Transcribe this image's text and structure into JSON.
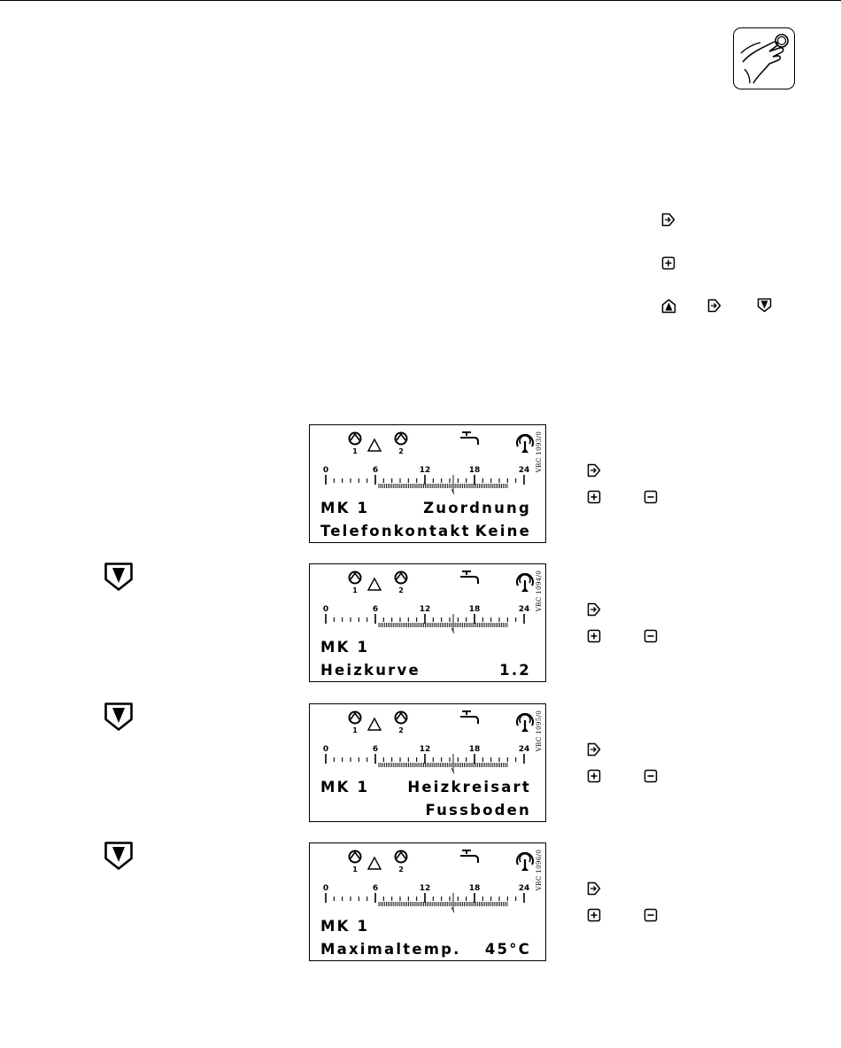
{
  "page": {
    "hand_icon": "hand-pressing-button-icon"
  },
  "legend_keys": [
    {
      "icon": "enter-key-icon"
    },
    {
      "icon": "plus-key-icon"
    },
    {
      "icon": "up-key-icon"
    },
    {
      "icon": "enter-key-icon"
    },
    {
      "icon": "down-key-icon"
    }
  ],
  "screens": [
    {
      "code": "VRC 1093/0",
      "line1_left": "MK 1",
      "line1_right": "Zuordnung",
      "line2_left": "Telefonkontakt",
      "line2_right": "Keine",
      "show_down_key": false
    },
    {
      "code": "VRC 1094/0",
      "line1_left": "MK 1",
      "line1_right": "",
      "line2_left": "Heizkurve",
      "line2_right": "1.2",
      "show_down_key": true
    },
    {
      "code": "VRC 1095/0",
      "line1_left": "MK 1",
      "line1_right": "Heizkreisart",
      "line2_left": "",
      "line2_right": "Fussboden",
      "show_down_key": true
    },
    {
      "code": "VRC 1096/0",
      "line1_left": "MK 1",
      "line1_right": "",
      "line2_left": "Maximaltemp.",
      "line2_right": "45°C",
      "show_down_key": true
    }
  ],
  "display_common": {
    "pump_1_label": "1",
    "pump_2_label": "2",
    "scale_ticks": [
      "0",
      "6",
      "12",
      "18",
      "24"
    ]
  }
}
